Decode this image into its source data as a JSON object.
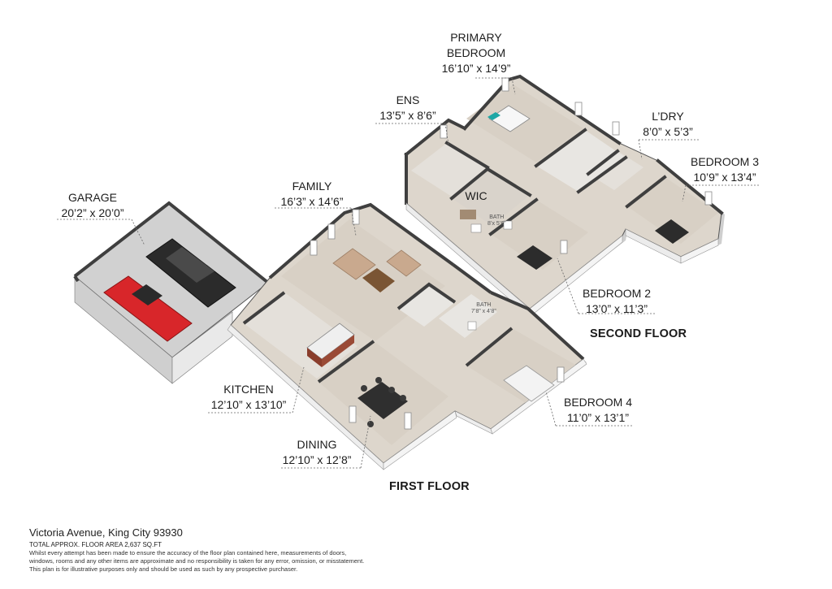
{
  "rooms": {
    "primary": {
      "name1": "PRIMARY",
      "name2": "BEDROOM",
      "dims": "16’10” x 14’9”"
    },
    "ens": {
      "name": "ENS",
      "dims": "13’5” x 8’6”"
    },
    "ldry": {
      "name": "L’DRY",
      "dims": "8’0” x 5’3”"
    },
    "bedroom3": {
      "name": "BEDROOM 3",
      "dims": "10’9” x 13’4”"
    },
    "wic": {
      "name": "WIC"
    },
    "bath_upper": {
      "name": "BATH",
      "dims": "8’x 5’6”"
    },
    "bedroom2": {
      "name": "BEDROOM 2",
      "dims": "13’0” x 11’3”"
    },
    "garage": {
      "name": "GARAGE",
      "dims": "20’2” x 20’0”"
    },
    "family": {
      "name": "FAMILY",
      "dims": "16’3” x 14’6”"
    },
    "bath_lower": {
      "name": "BATH",
      "dims": "7’8” x 4’8”"
    },
    "kitchen": {
      "name": "KITCHEN",
      "dims": "12’10” x 13’10”"
    },
    "dining": {
      "name": "DINING",
      "dims": "12’10” x 12’8”"
    },
    "bedroom4": {
      "name": "BEDROOM 4",
      "dims": "11’0” x 13’1”"
    }
  },
  "floors": {
    "second": "SECOND FLOOR",
    "first": "FIRST FLOOR"
  },
  "footer": {
    "address": "Victoria Avenue, King City 93930",
    "total_area": "TOTAL APPROX. FLOOR AREA 2,637 SQ.FT",
    "disclaimer1": "Whilst every attempt has been made to ensure the accuracy of the floor plan contained here, measurements of doors,",
    "disclaimer2": "windows, rooms and any other items are approximate and no responsibility is taken for any error, omission, or misstatement.",
    "disclaimer3": "This plan is for illustrative purposes only and should be used as such by any prospective purchaser."
  },
  "colors": {
    "floor": "#ddd6cc",
    "wall_top": "#4a4a4a",
    "wall_side": "#e9e9e9",
    "car_red": "#d8262a",
    "car_black": "#2b2b2b",
    "sofa": "#c9a98e",
    "table": "#5a4027",
    "island": "#8a3d2c"
  }
}
